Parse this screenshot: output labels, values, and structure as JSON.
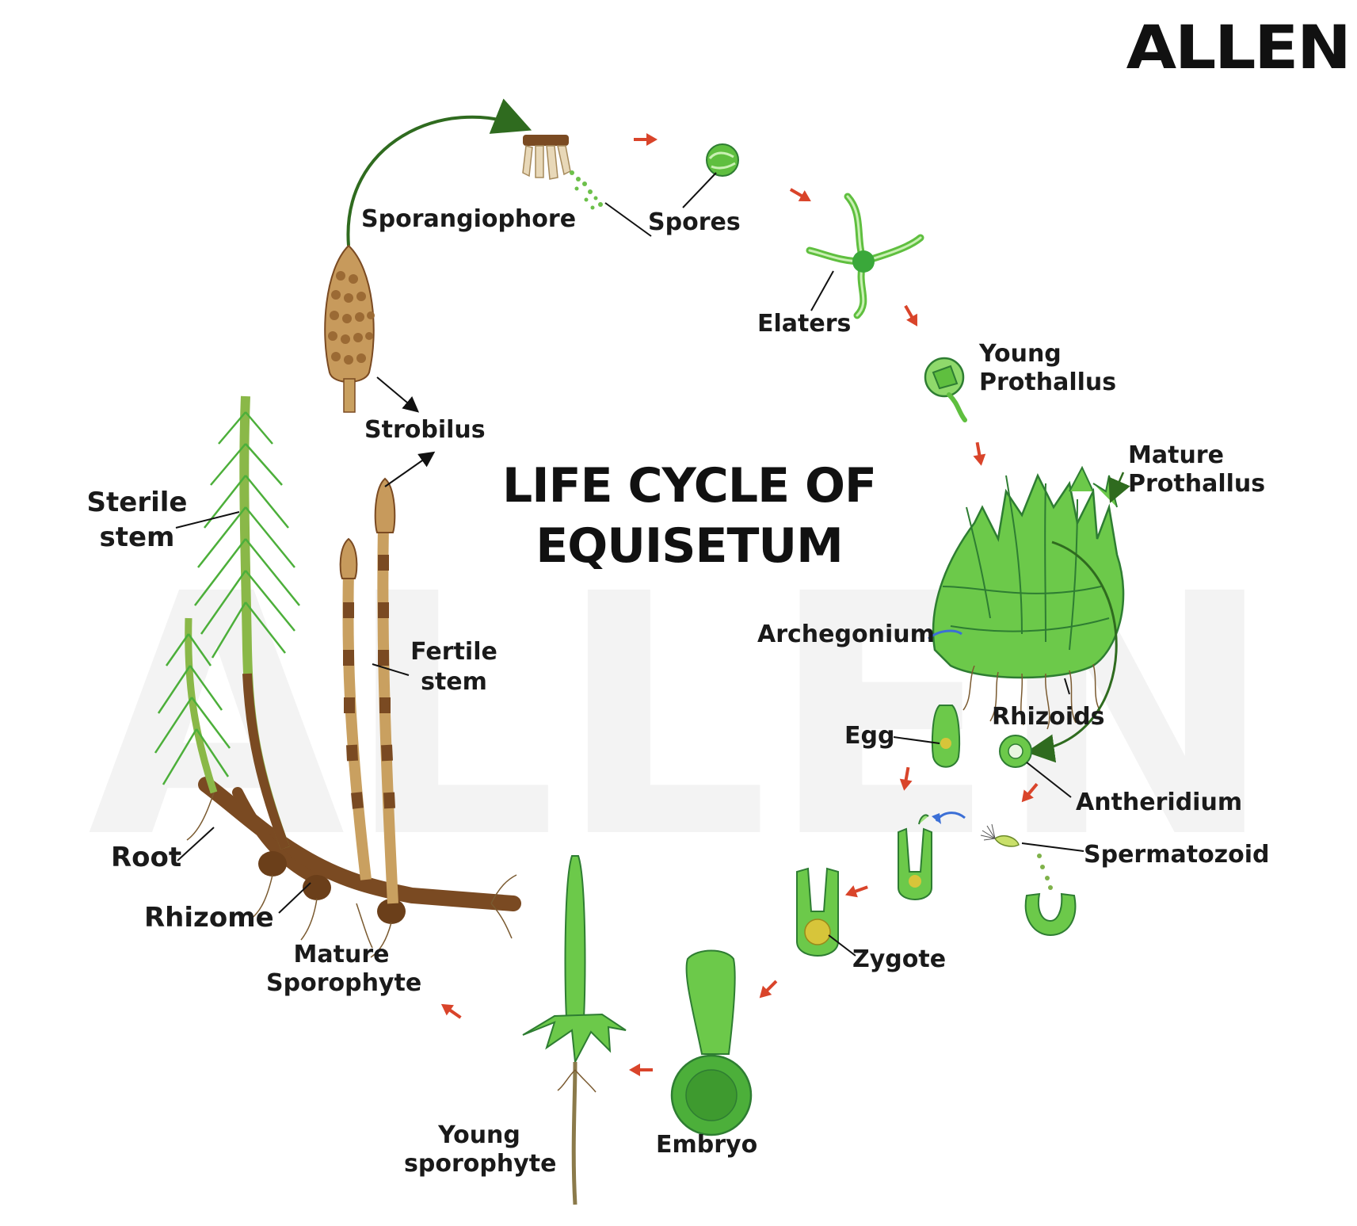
{
  "brand": {
    "logo_text": "ALLEN",
    "watermark_text": "ALLEN"
  },
  "title": {
    "line1": "LIFE CYCLE OF",
    "line2": "EQUISETUM"
  },
  "labels": {
    "sporangiophore": "Sporangiophore",
    "spores": "Spores",
    "elaters": "Elaters",
    "young_prothallus_1": "Young",
    "young_prothallus_2": "Prothallus",
    "mature_prothallus_1": "Mature",
    "mature_prothallus_2": "Prothallus",
    "strobilus": "Strobilus",
    "sterile_stem_1": "Sterile",
    "sterile_stem_2": "stem",
    "fertile_stem_1": "Fertile",
    "fertile_stem_2": "stem",
    "archegonium": "Archegonium",
    "rhizoids": "Rhizoids",
    "egg": "Egg",
    "antheridium": "Antheridium",
    "spermatozoid": "Spermatozoid",
    "zygote": "Zygote",
    "root": "Root",
    "rhizome": "Rhizome",
    "mature_sporophyte_1": "Mature",
    "mature_sporophyte_2": "Sporophyte",
    "embryo": "Embryo",
    "young_sporophyte_1": "Young",
    "young_sporophyte_2": "sporophyte"
  },
  "colors": {
    "plant_green": "#5fbf3f",
    "dark_green": "#2e7d32",
    "light_green": "#9be07a",
    "brown": "#7a4a22",
    "tan": "#c79a5c",
    "cycle_arrow": "#d9442a",
    "curve_arrow": "#2f6b1f",
    "text": "#1a1a1a",
    "watermark": "#f3f3f3"
  }
}
